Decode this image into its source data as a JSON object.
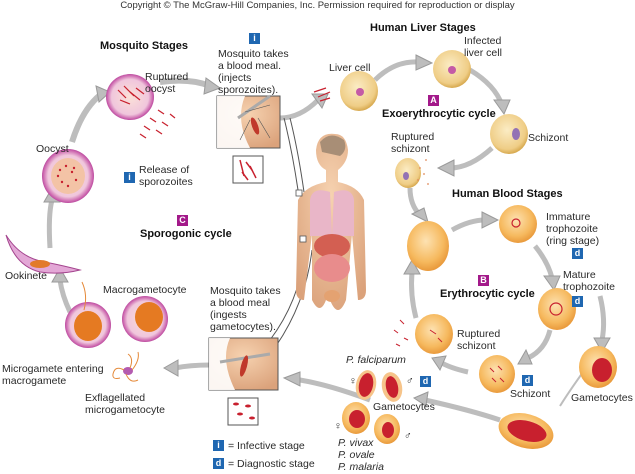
{
  "copyright": "Copyright © The McGraw-Hill Companies, Inc. Permission required for reproduction or display",
  "sections": {
    "mosquito_stages": "Mosquito Stages",
    "human_liver_stages": "Human Liver Stages",
    "human_blood_stages": "Human Blood Stages"
  },
  "cycles": {
    "a": {
      "badge": "A",
      "label": "Exoerythrocytic cycle"
    },
    "b": {
      "badge": "B",
      "label": "Erythrocytic cycle"
    },
    "c": {
      "badge": "C",
      "label": "Sporogonic cycle"
    }
  },
  "labels": {
    "mosquito_injects": "Mosquito takes\na blood meal.\n(injects\nsporozoites).",
    "ruptured_oocyst": "Ruptured\noocyst",
    "oocyst": "Oocyst",
    "release_sporozoites": "Release of\nsporozoites",
    "liver_cell": "Liver cell",
    "infected_liver_cell": "Infected\nliver cell",
    "schizont_liver": "Schizont",
    "ruptured_schizont_liver": "Ruptured\nschizont",
    "immature_trophozoite": "Immature\ntrophozoite\n(ring stage)",
    "mature_trophozoite": "Mature\ntrophozoite",
    "ruptured_schizont_blood": "Ruptured\nschizont",
    "schizont_blood": "Schizont",
    "gametocytes_right": "Gametocytes",
    "gametocytes_center": "Gametocytes",
    "p_falciparum": "P. falciparum",
    "p_others": "P. vivax\nP. ovale\nP. malaria",
    "ookinete": "Ookinete",
    "macrogametocyte": "Macrogametocyte",
    "mosquito_ingests": "Mosquito takes\na blood meal\n(ingests\ngametocytes).",
    "microgamete_entering": "Microgamete entering\nmacrogamete",
    "exflagellated": "Exflagellated\nmicrogametocyte",
    "female_symbol": "♀",
    "male_symbol": "♂"
  },
  "stage_badges": {
    "infective": "i",
    "diagnostic": "d"
  },
  "legend": [
    {
      "badge": "i",
      "text": "= Infective stage"
    },
    {
      "badge": "d",
      "text": "= Diagnostic stage"
    }
  ],
  "colors": {
    "badge_blue": "#1f67b1",
    "cycle_purple": "#a3198a",
    "arrow_gray": "#b9b9b9",
    "rbc_orange": "#f3b45c",
    "liver_tan": "#efc97a",
    "oocyst_purple": "#c25aa8",
    "parasite_red": "#c8202e"
  }
}
